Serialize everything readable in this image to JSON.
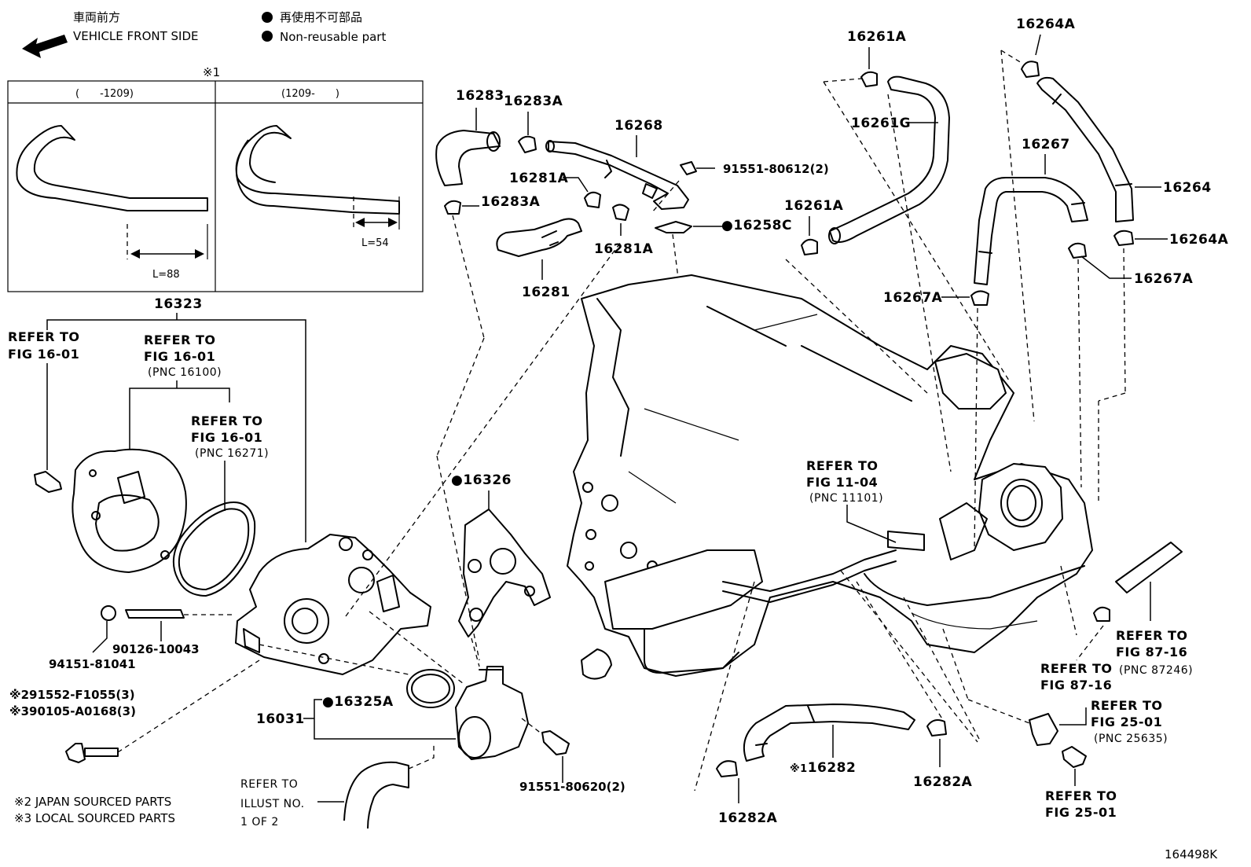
{
  "header": {
    "direction_jp": "車両前方",
    "direction_en": "VEHICLE FRONT SIDE",
    "legend_jp": "再使用不可部品",
    "legend_en": "Non-reusable part"
  },
  "inset": {
    "ref_mark": "※1",
    "left_range": "(　　-1209)",
    "right_range": "(1209-　　)",
    "left_length": "L=88",
    "right_length": "L=54"
  },
  "labels": {
    "p16323": "16323",
    "p16283": "16283",
    "p16283A_top": "16283A",
    "p16268": "16268",
    "p91551_80612": "91551-80612(2)",
    "p16281A_a": "16281A",
    "p16283A_b": "16283A",
    "p16281A_b": "16281A",
    "p16281": "16281",
    "p16258C": "16258C",
    "p16261A_top": "16261A",
    "p16261G": "16261G",
    "p16261A_mid": "16261A",
    "p16264A_top": "16264A",
    "p16264": "16264",
    "p16264A_right": "16264A",
    "p16267": "16267",
    "p16267A_left": "16267A",
    "p16267A_right": "16267A",
    "p16326": "16326",
    "p16325A": "16325A",
    "p16031": "16031",
    "p94151_81041": "94151-81041",
    "p90126_10043": "90126-10043",
    "p291552": "※291552-F1055(3)",
    "p390105": "※390105-A0168(3)",
    "p91551_80620": "91551-80620(2)",
    "p16282": "16282",
    "p16282_mark": "※1",
    "p16282A_left": "16282A",
    "p16282A_right": "16282A"
  },
  "refs": {
    "ref_to": "REFER TO",
    "fig_16_01": "FIG 16-01",
    "pnc_16100": "(PNC 16100)",
    "pnc_16271": "(PNC 16271)",
    "fig_11_04": "FIG 11-04",
    "pnc_11101": "(PNC 11101)",
    "fig_87_16": "FIG 87-16",
    "pnc_87246": "(PNC 87246)",
    "fig_25_01": "FIG 25-01",
    "pnc_25635": "(PNC 25635)",
    "illust_no": "ILLUST NO.",
    "one_of_two": "1 OF 2"
  },
  "footer": {
    "note_japan": "※2 JAPAN SOURCED PARTS",
    "note_local": "※3 LOCAL SOURCED PARTS",
    "figure_id": "164498K"
  }
}
